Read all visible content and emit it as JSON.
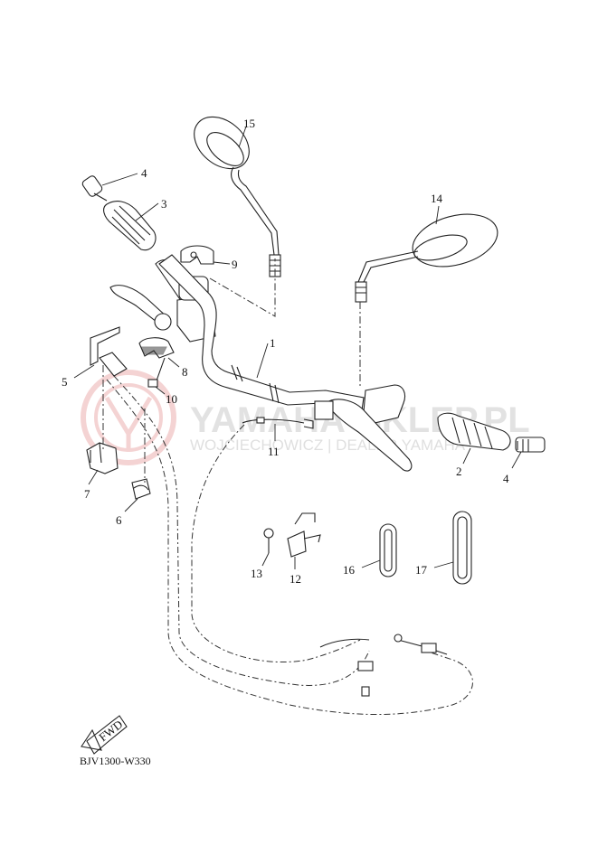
{
  "diagram": {
    "code": "BJV1300-W330",
    "fwd_label": "FWD",
    "watermark": {
      "brand": "YAMAHA-SKLEP.PL",
      "dealer": "WOJCIECHOWICZ | DEALER YAMAHA"
    },
    "callouts": [
      {
        "id": "c1",
        "label": "1"
      },
      {
        "id": "c2",
        "label": "2"
      },
      {
        "id": "c3",
        "label": "3"
      },
      {
        "id": "c4a",
        "label": "4"
      },
      {
        "id": "c4b",
        "label": "4"
      },
      {
        "id": "c5",
        "label": "5"
      },
      {
        "id": "c6",
        "label": "6"
      },
      {
        "id": "c7",
        "label": "7"
      },
      {
        "id": "c8",
        "label": "8"
      },
      {
        "id": "c9",
        "label": "9"
      },
      {
        "id": "c10",
        "label": "10"
      },
      {
        "id": "c11",
        "label": "11"
      },
      {
        "id": "c12",
        "label": "12"
      },
      {
        "id": "c13",
        "label": "13"
      },
      {
        "id": "c14",
        "label": "14"
      },
      {
        "id": "c15",
        "label": "15"
      },
      {
        "id": "c16",
        "label": "16"
      },
      {
        "id": "c17",
        "label": "17"
      }
    ]
  }
}
